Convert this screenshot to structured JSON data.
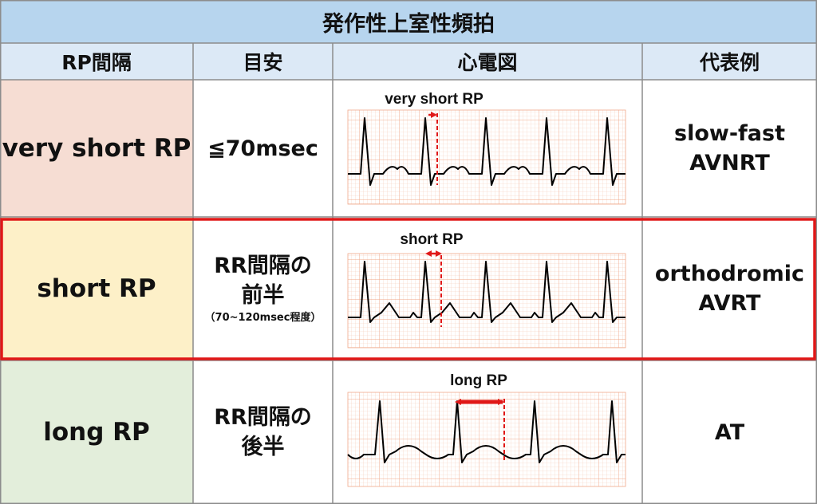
{
  "title": "発作性上室性頻拍",
  "headers": [
    "RP間隔",
    "目安",
    "心電図",
    "代表例"
  ],
  "rows": [
    {
      "rp": "very short RP",
      "guide_lines": [
        "≦70msec"
      ],
      "guide_note": "",
      "ecg_label": "very short RP",
      "example_lines": [
        "slow-fast",
        "AVNRT"
      ]
    },
    {
      "rp": "short RP",
      "guide_lines": [
        "RR間隔の",
        "前半"
      ],
      "guide_note": "（70~120msec程度）",
      "ecg_label": "short RP",
      "example_lines": [
        "orthodromic",
        "AVRT"
      ]
    },
    {
      "rp": "long RP",
      "guide_lines": [
        "RR間隔の",
        "後半"
      ],
      "guide_note": "",
      "ecg_label": "long RP",
      "example_lines": [
        "AT"
      ]
    }
  ],
  "colors": {
    "title_bg": "#b7d5ee",
    "header_bg": "#dce9f6",
    "row1_bg": "#f6ddd3",
    "row2_bg": "#fdf0c8",
    "row3_bg": "#e3eedb",
    "highlight": "#e01818",
    "grid": "#f3b59a",
    "trace": "#000000"
  }
}
